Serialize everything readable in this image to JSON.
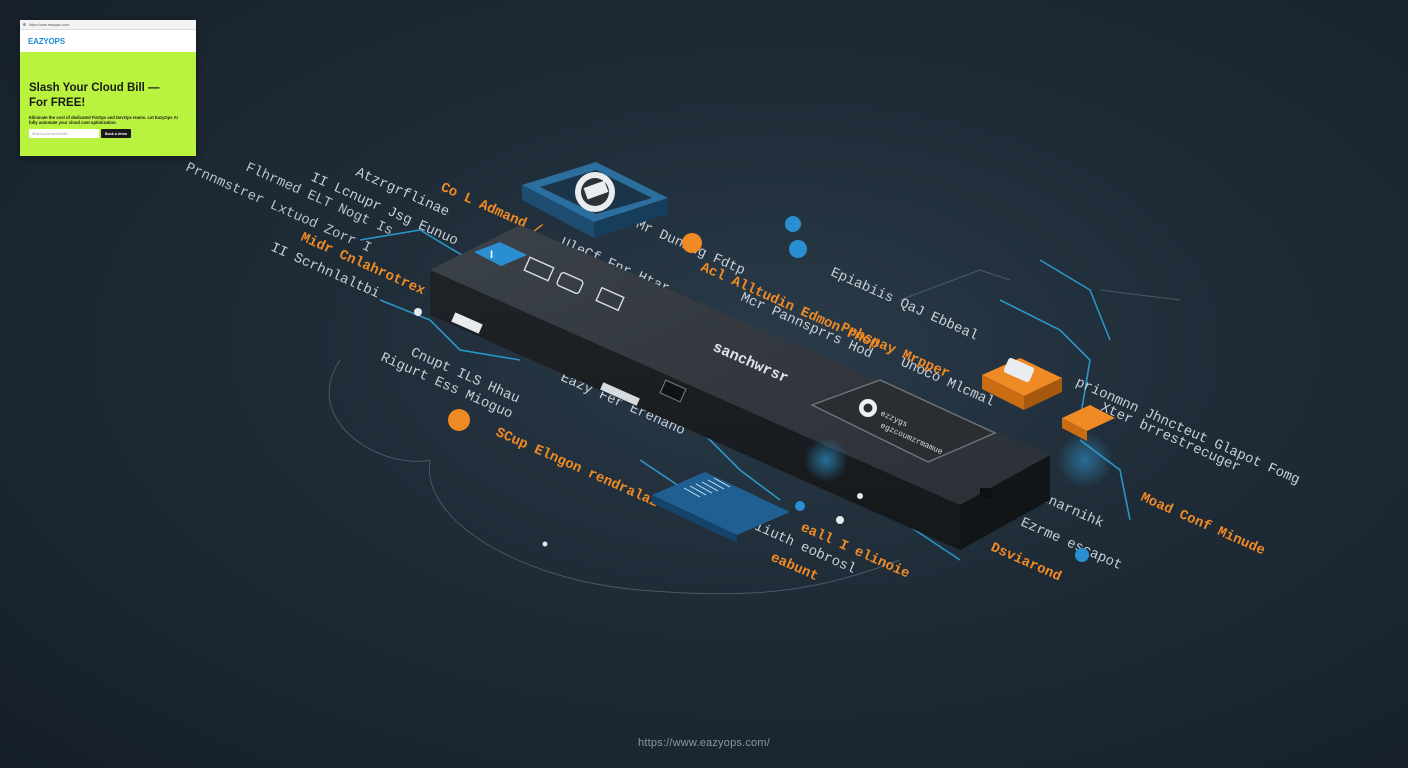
{
  "thumbnail": {
    "url_text": "https://www.eazyops.com/",
    "logo": "EAZYOPS",
    "headline_line1": "Slash Your Cloud Bill —",
    "headline_line2": "For FREE!",
    "description": "Eliminate the cost of dedicated FinOps and DevOps teams. Let EazyOps AI fully automate your cloud cost optimization.",
    "email_placeholder": "What is your work Email?",
    "cta_label": "Book a demo",
    "accent_color": "#b9f23f",
    "logo_color": "#1e8fd8"
  },
  "illustration": {
    "device_label": "sanchwrsr",
    "panel_text_line1": "ezzygs",
    "panel_text_line2": "egzcoumzrmamue",
    "accent_orange": "#f08a24",
    "accent_cyan": "#2aa3df"
  },
  "footer": {
    "url": "https://www.eazyops.com/"
  }
}
